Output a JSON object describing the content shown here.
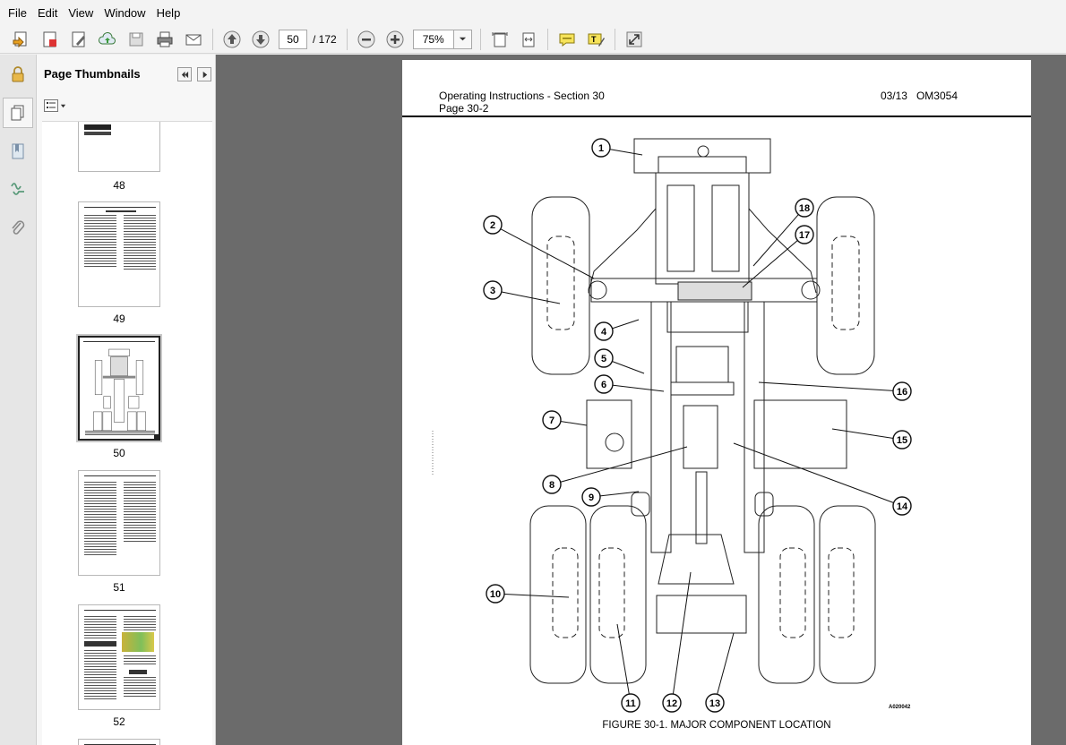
{
  "menu": [
    "File",
    "Edit",
    "View",
    "Window",
    "Help"
  ],
  "toolbar": {
    "current_page": "50",
    "total_pages": "/ 172",
    "zoom": "75%"
  },
  "panel": {
    "title": "Page Thumbnails",
    "thumbnails": [
      "48",
      "49",
      "50",
      "51",
      "52"
    ],
    "selected": "50"
  },
  "document": {
    "header_left_1": "Operating Instructions - Section 30",
    "header_left_2": "Page 30-2",
    "header_right": "03/13   OM3054",
    "figure_caption": "FIGURE 30-1. MAJOR COMPONENT LOCATION",
    "figure_id": "A020042",
    "callouts": [
      "1",
      "2",
      "3",
      "4",
      "5",
      "6",
      "7",
      "8",
      "9",
      "10",
      "11",
      "12",
      "13",
      "14",
      "15",
      "16",
      "17",
      "18"
    ]
  }
}
